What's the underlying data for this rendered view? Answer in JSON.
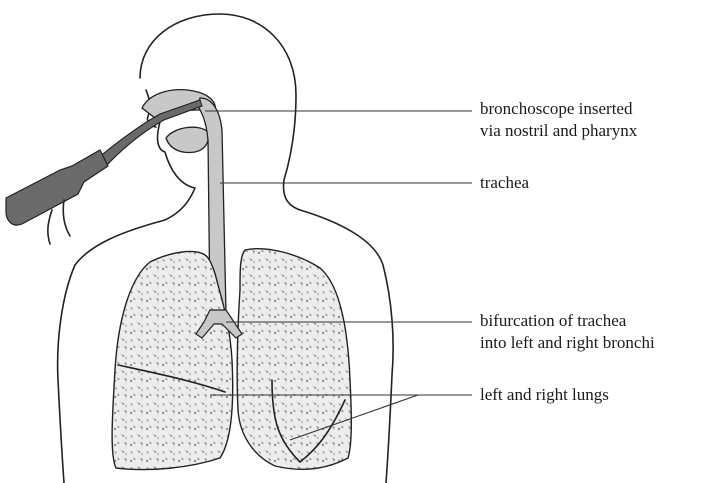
{
  "labels": {
    "bronchoscope": [
      "bronchoscope inserted",
      "via nostril and pharynx"
    ],
    "trachea": [
      "trachea"
    ],
    "bifurcation": [
      "bifurcation of trachea",
      "into left and right bronchi"
    ],
    "lungs": [
      "left and right lungs"
    ]
  },
  "colors": {
    "outline": "#222222",
    "airway_fill": "#c8c8c8",
    "scope_fill": "#6a6a6a",
    "lung_speckle": "#9a9a9a"
  }
}
